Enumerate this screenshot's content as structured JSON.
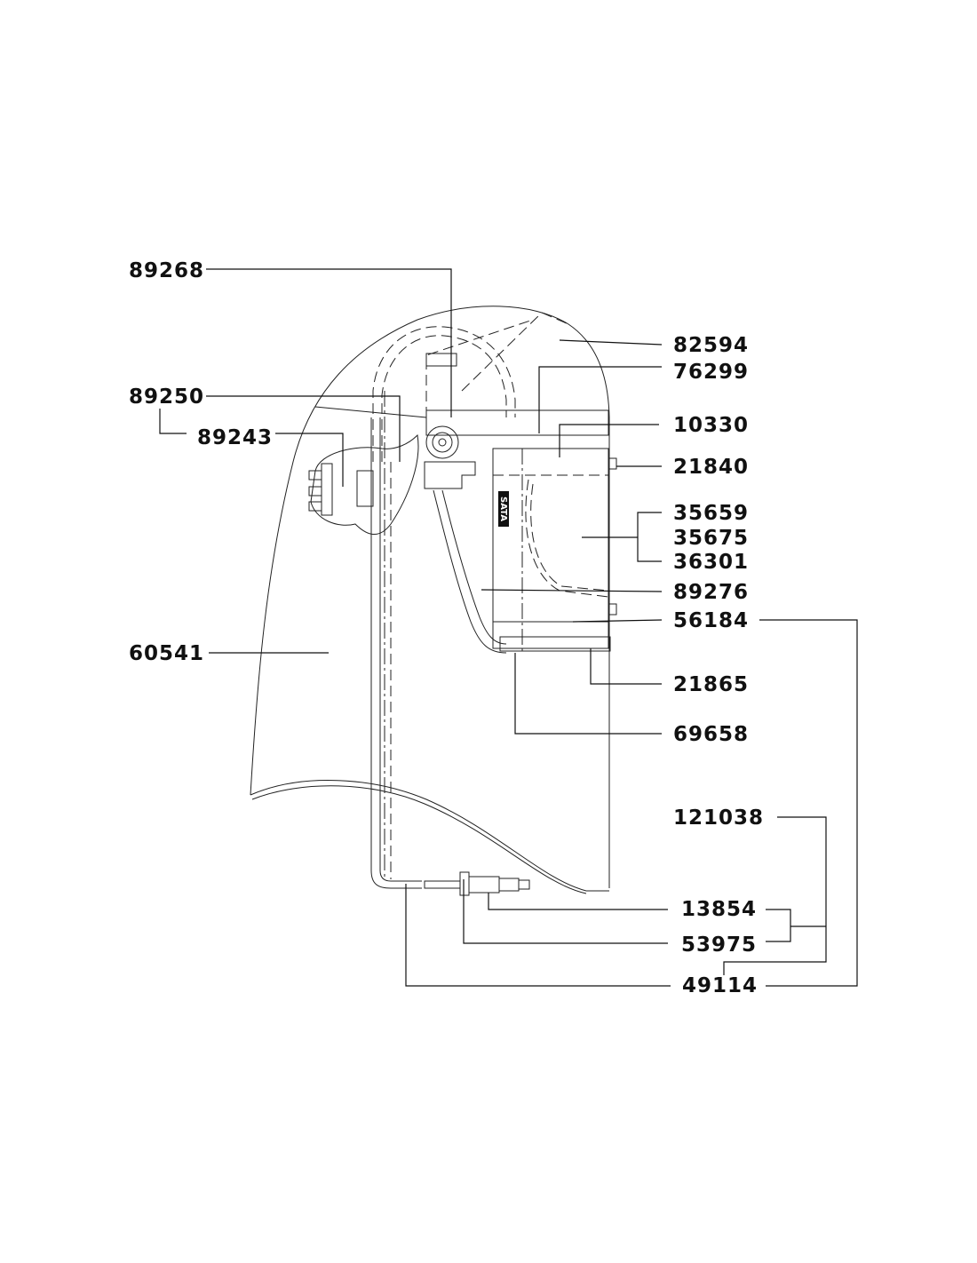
{
  "diagram": {
    "logo_text": "SATA",
    "part_numbers": {
      "p89268": "89268",
      "p82594": "82594",
      "p76299": "76299",
      "p89250": "89250",
      "p89243": "89243",
      "p10330": "10330",
      "p21840": "21840",
      "p35659": "35659",
      "p35675": "35675",
      "p36301": "36301",
      "p89276": "89276",
      "p56184": "56184",
      "p60541": "60541",
      "p21865": "21865",
      "p69658": "69658",
      "p121038": "121038",
      "p13854": "13854",
      "p53975": "53975",
      "p49114": "49114"
    }
  }
}
